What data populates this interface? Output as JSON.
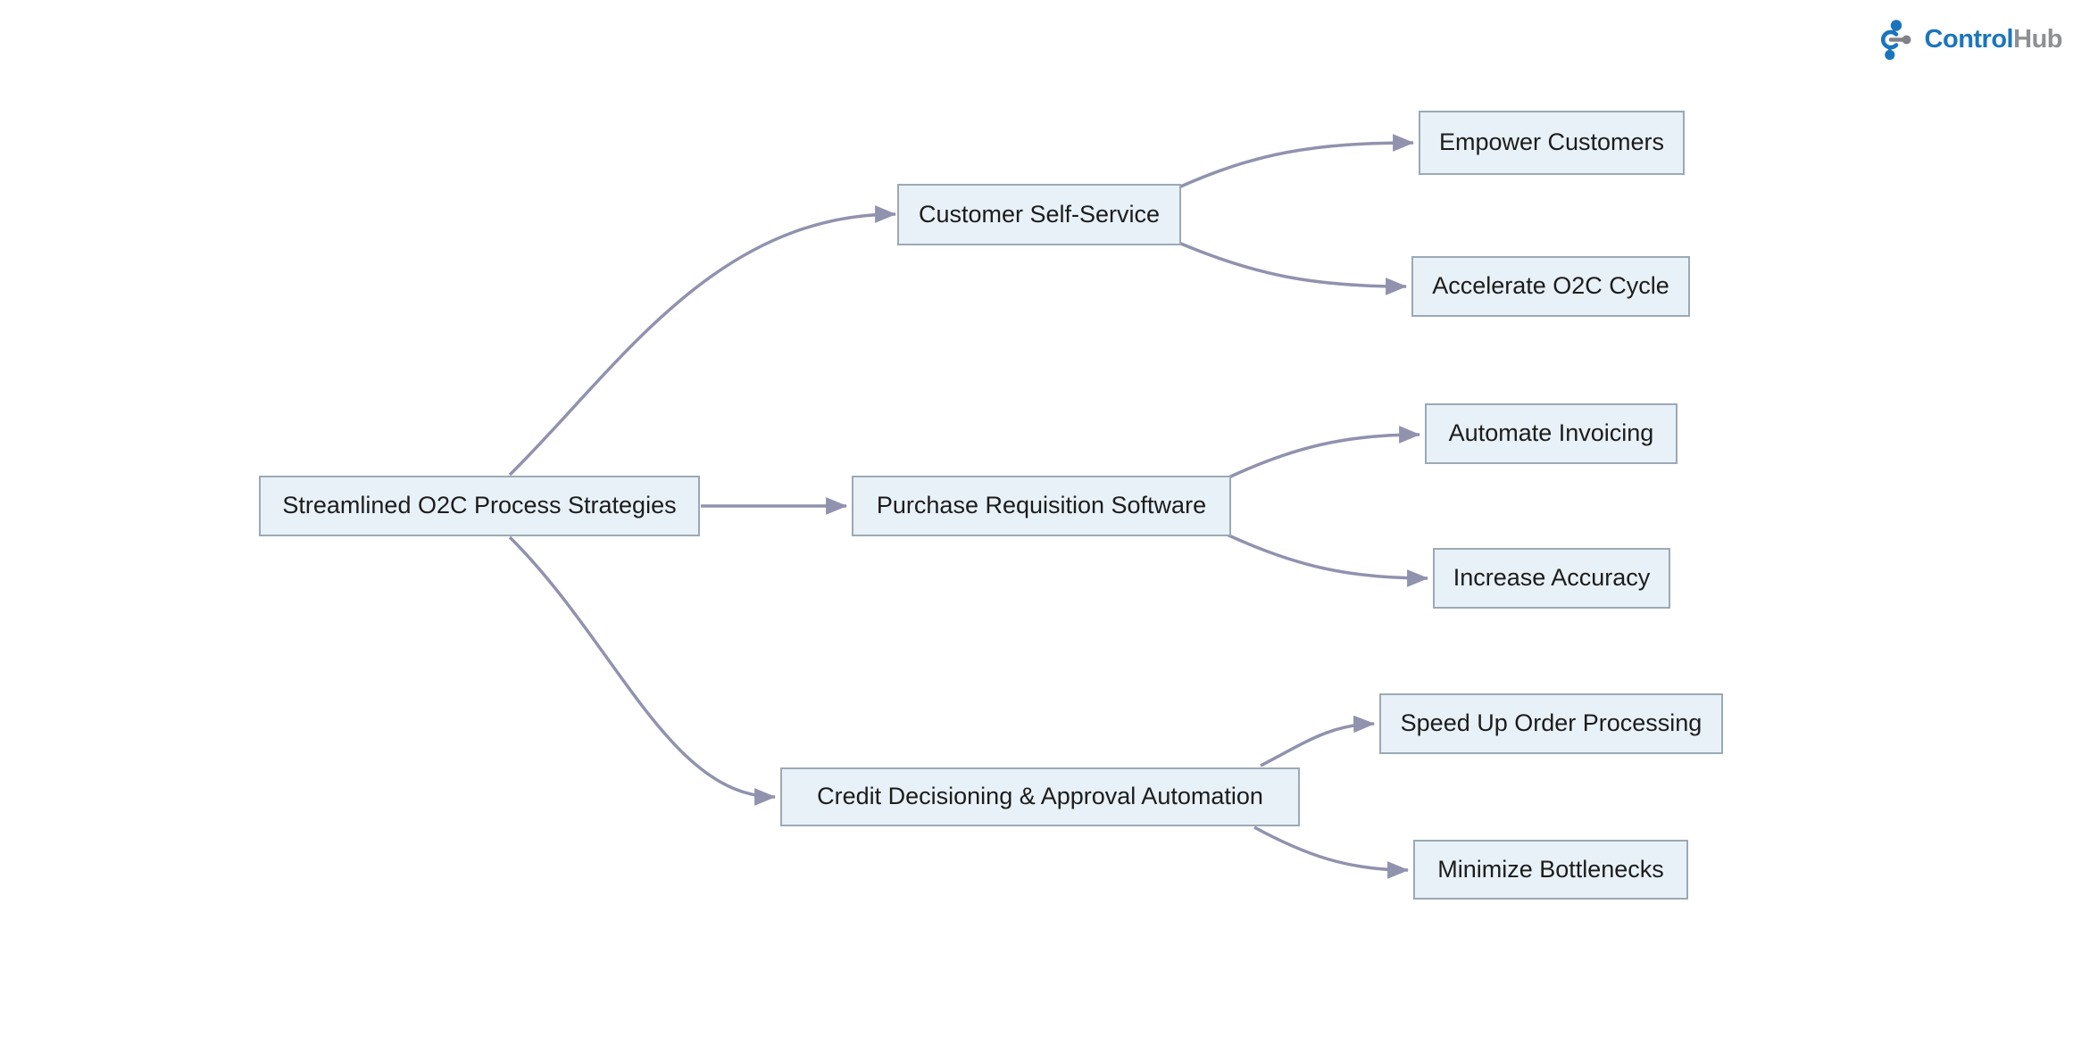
{
  "logo": {
    "brand_primary": "Control",
    "brand_secondary": "Hub",
    "icon": "hub-network-icon",
    "primary_color": "#1C75BC",
    "secondary_color": "#8D9093"
  },
  "diagram": {
    "type": "flowchart",
    "direction": "left-to-right",
    "style": {
      "background": "#FFFFFF",
      "node_fill": "#E8F1F8",
      "node_border": "#9BA9B4",
      "edge_color": "#9092AE",
      "text_color": "#1C1C1C"
    },
    "nodes": [
      {
        "id": "root",
        "label": "Streamlined O2C Process Strategies"
      },
      {
        "id": "customer-self-service",
        "label": "Customer Self-Service"
      },
      {
        "id": "empower-customers",
        "label": "Empower Customers"
      },
      {
        "id": "accelerate-o2c-cycle",
        "label": "Accelerate O2C Cycle"
      },
      {
        "id": "purchase-requisition-software",
        "label": "Purchase Requisition Software"
      },
      {
        "id": "automate-invoicing",
        "label": "Automate Invoicing"
      },
      {
        "id": "increase-accuracy",
        "label": "Increase Accuracy"
      },
      {
        "id": "credit-decisioning",
        "label": "Credit Decisioning & Approval Automation"
      },
      {
        "id": "speed-up-order-processing",
        "label": "Speed Up Order Processing"
      },
      {
        "id": "minimize-bottlenecks",
        "label": "Minimize Bottlenecks"
      }
    ],
    "edges": [
      {
        "from": "root",
        "to": "customer-self-service"
      },
      {
        "from": "root",
        "to": "purchase-requisition-software"
      },
      {
        "from": "root",
        "to": "credit-decisioning"
      },
      {
        "from": "customer-self-service",
        "to": "empower-customers"
      },
      {
        "from": "customer-self-service",
        "to": "accelerate-o2c-cycle"
      },
      {
        "from": "purchase-requisition-software",
        "to": "automate-invoicing"
      },
      {
        "from": "purchase-requisition-software",
        "to": "increase-accuracy"
      },
      {
        "from": "credit-decisioning",
        "to": "speed-up-order-processing"
      },
      {
        "from": "credit-decisioning",
        "to": "minimize-bottlenecks"
      }
    ]
  }
}
